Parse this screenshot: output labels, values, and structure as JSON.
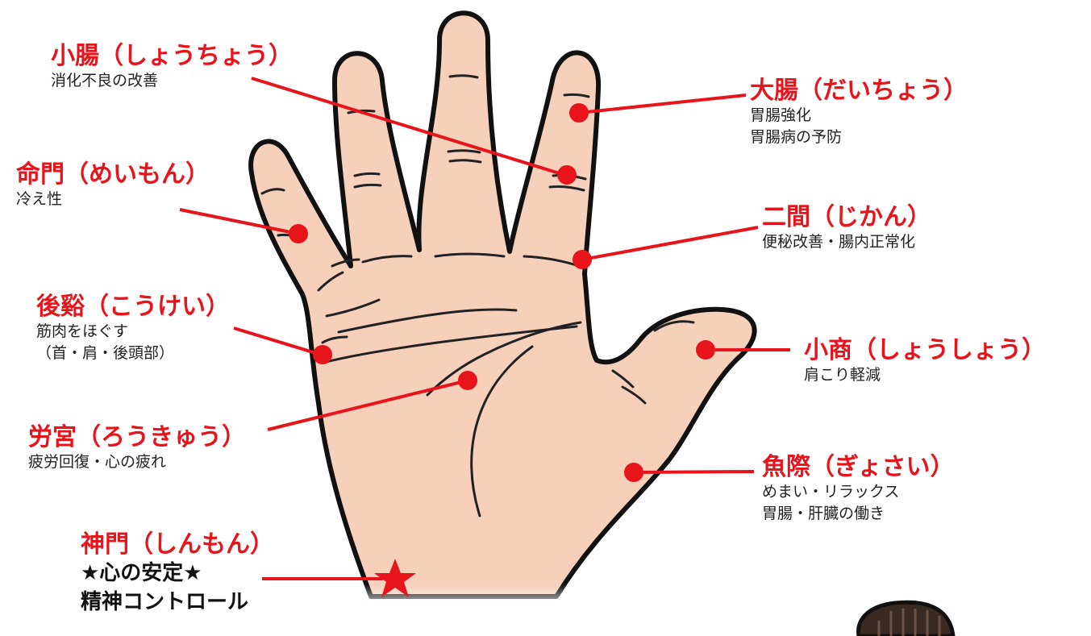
{
  "points": [
    {
      "id": "shocho",
      "name": "小腸（しょうちょう）",
      "desc": [
        "消化不良の改善"
      ]
    },
    {
      "id": "daicho",
      "name": "大腸（だいちょう）",
      "desc": [
        "胃腸強化",
        "胃腸病の予防"
      ]
    },
    {
      "id": "meimon",
      "name": "命門（めいもん）",
      "desc": [
        "冷え性"
      ]
    },
    {
      "id": "jikan",
      "name": "二間（じかん）",
      "desc": [
        "便秘改善・腸内正常化"
      ]
    },
    {
      "id": "koukei",
      "name": "後谿（こうけい）",
      "desc": [
        "筋肉をほぐす",
        "（首・肩・後頭部）"
      ]
    },
    {
      "id": "shosho",
      "name": "小商（しょうしょう）",
      "desc": [
        "肩こり軽減"
      ]
    },
    {
      "id": "roukyu",
      "name": "労宮（ろうきゅう）",
      "desc": [
        "疲労回復・心の疲れ"
      ]
    },
    {
      "id": "gyosai",
      "name": "魚際（ぎょさい）",
      "desc": [
        "めまい・リラックス",
        "胃腸・肝臓の働き"
      ]
    },
    {
      "id": "shinmon",
      "name": "神門（しんもん）",
      "desc": [
        "★心の安定★",
        "精神コントロール"
      ]
    }
  ],
  "colors": {
    "accent": "#e8141b",
    "skin": "#f6d0bb",
    "outline": "#111111"
  }
}
